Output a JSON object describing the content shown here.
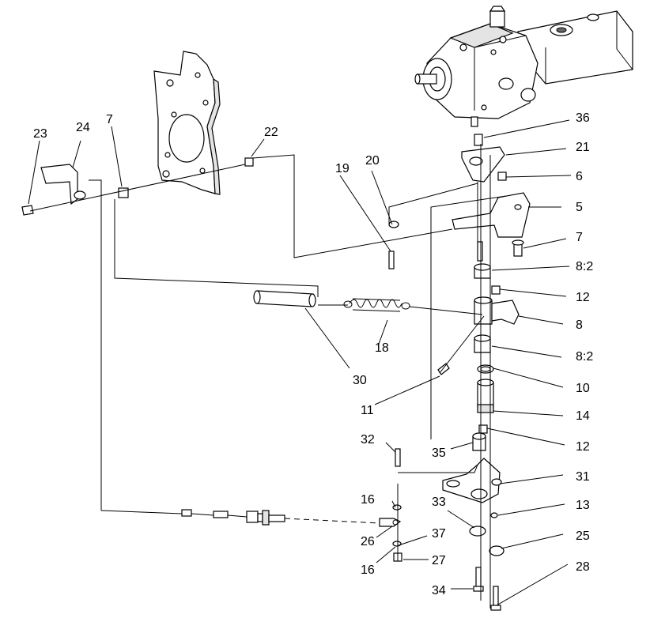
{
  "callouts": {
    "c23": "23",
    "c24": "24",
    "c7a": "7",
    "c22": "22",
    "c19": "19",
    "c20": "20",
    "c36": "36",
    "c21": "21",
    "c6": "6",
    "c5": "5",
    "c7b": "7",
    "c82a": "8:2",
    "c12a": "12",
    "c8": "8",
    "c82b": "8:2",
    "c10": "10",
    "c18": "18",
    "c30": "30",
    "c11": "11",
    "c14": "14",
    "c32": "32",
    "c35": "35",
    "c12b": "12",
    "c31": "31",
    "c16a": "16",
    "c33": "33",
    "c13": "13",
    "c25": "25",
    "c26": "26",
    "c37": "37",
    "c16b": "16",
    "c27": "27",
    "c28": "28",
    "c34": "34"
  }
}
